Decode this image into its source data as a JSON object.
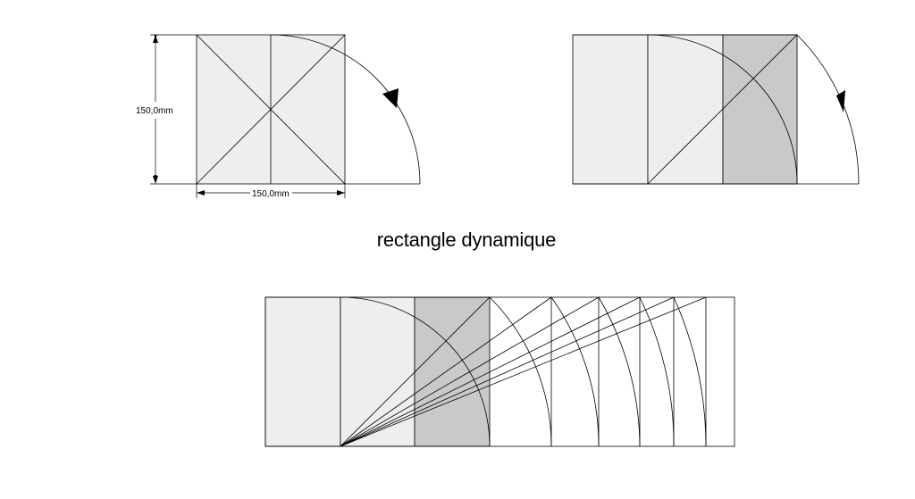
{
  "title": "rectangle dynamique",
  "dimensions": {
    "height_label": "150,0mm",
    "width_label": "150,0mm"
  },
  "colors": {
    "light_fill": "#eeeeee",
    "dark_fill": "#c9c9c9",
    "stroke": "#000000"
  }
}
